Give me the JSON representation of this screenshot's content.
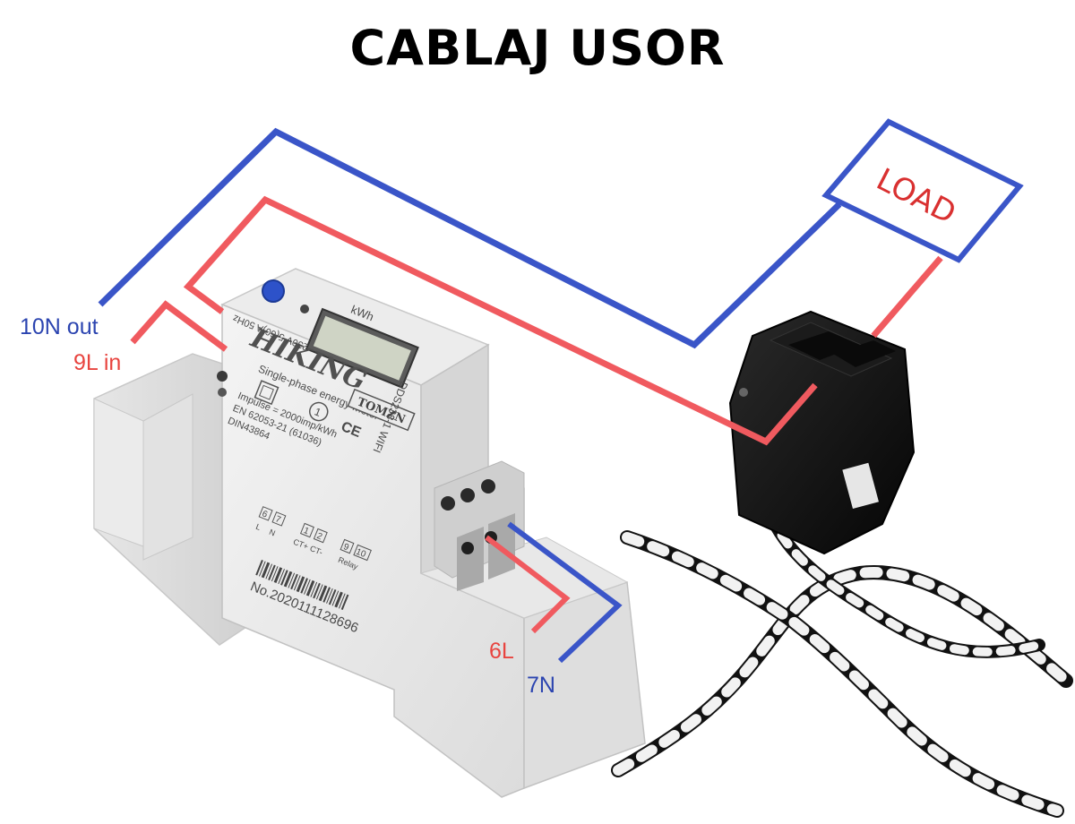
{
  "title": "CABLAJ USOR",
  "colors": {
    "neutral_wire": "#3a55c8",
    "live_wire": "#f05a5f",
    "label_blue": "#2b44b0",
    "label_red": "#e8443f",
    "load_text": "#d93030"
  },
  "labels": {
    "n_out": "10N out",
    "l_in": "9L in",
    "l6": "6L",
    "n7": "7N",
    "load": "LOAD"
  },
  "meter": {
    "brand": "HIKING",
    "maker": "TOMZN",
    "model": "DDS238-1 WIFI",
    "type": "Single-phase energy meter",
    "rating": "230V 5(60)A 50Hz",
    "impulse": "Impulse = 2000imp/kWh",
    "standard": "EN 62053-21 (61036)",
    "din": "DIN43864",
    "serial": "No.2020111128696",
    "display": "kWh",
    "terminal_6": "6",
    "terminal_7": "7",
    "terminal_1": "1",
    "terminal_2": "2",
    "terminal_9": "9",
    "terminal_10": "10",
    "term_label_l": "L",
    "term_label_n": "N",
    "term_label_ct_pos": "CT+",
    "term_label_ct_neg": "CT-",
    "term_label_relay": "Relay",
    "class_mark": "1",
    "ce_mark": "CE"
  }
}
